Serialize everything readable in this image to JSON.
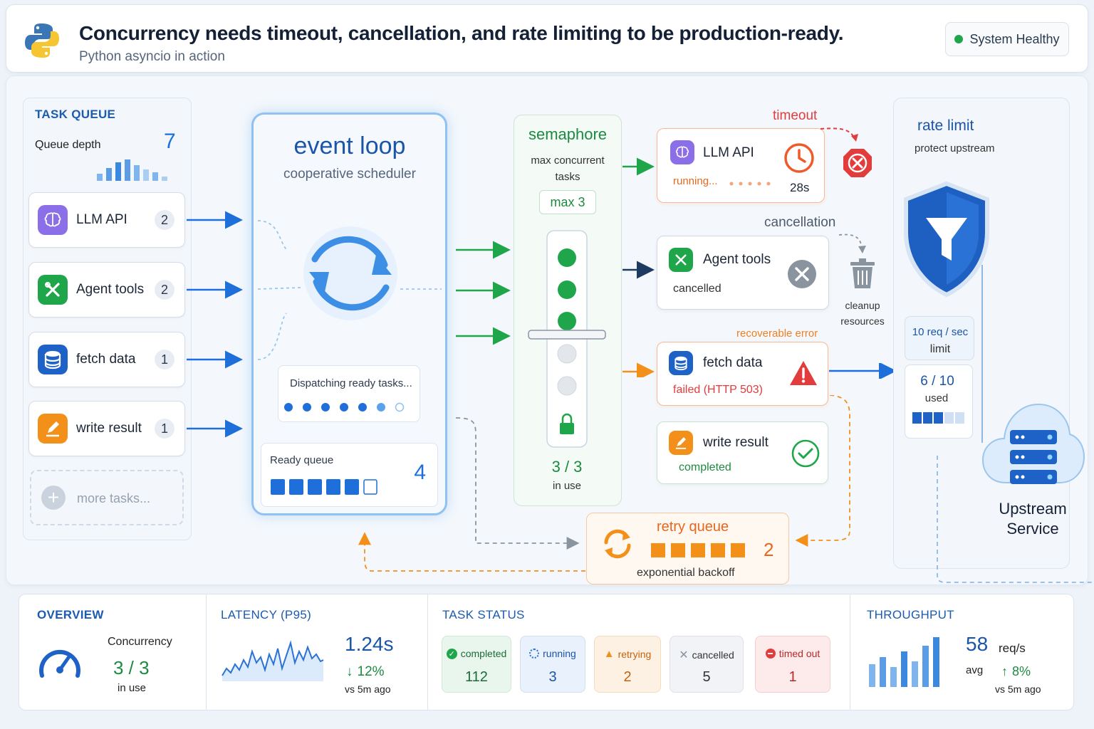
{
  "header": {
    "title": "Concurrency needs timeout, cancellation, and rate limiting to be production-ready.",
    "subtitle": "Python asyncio in action",
    "status": "System Healthy"
  },
  "queue": {
    "heading": "TASK QUEUE",
    "depth_label": "Queue depth",
    "depth_value": "7",
    "items": [
      {
        "label": "LLM API",
        "count": "2"
      },
      {
        "label": "Agent tools",
        "count": "2"
      },
      {
        "label": "fetch data",
        "count": "1"
      },
      {
        "label": "write result",
        "count": "1"
      }
    ],
    "more_label": "more tasks..."
  },
  "loop": {
    "title": "event loop",
    "subtitle": "cooperative scheduler",
    "dispatch_label": "Dispatching ready tasks...",
    "ready_label": "Ready queue",
    "ready_value": "4"
  },
  "semaphore": {
    "title": "semaphore",
    "desc": "max concurrent tasks",
    "max_label": "max 3",
    "in_use_value": "3 / 3",
    "in_use_label": "in use"
  },
  "tasks": {
    "llm": {
      "name": "LLM API",
      "state": "running...",
      "time": "28s",
      "tag": "timeout"
    },
    "agent": {
      "name": "Agent tools",
      "state": "cancelled",
      "tag": "cancellation"
    },
    "cleanup": "cleanup resources",
    "fetch": {
      "name": "fetch data",
      "state": "failed (HTTP 503)",
      "tag": "recoverable error"
    },
    "write": {
      "name": "write result",
      "state": "completed"
    }
  },
  "retry": {
    "title": "retry queue",
    "count": "2",
    "desc": "exponential backoff"
  },
  "rate": {
    "title": "rate limit",
    "desc": "protect upstream",
    "limit_value": "10 req / sec",
    "limit_label": "limit",
    "used_value": "6 / 10",
    "used_label": "used",
    "used_fraction": 0.6
  },
  "upstream": {
    "line1": "Upstream",
    "line2": "Service"
  },
  "overview": {
    "heading": "OVERVIEW",
    "label": "Concurrency",
    "value": "3 / 3",
    "sub": "in use"
  },
  "latency": {
    "heading": "LATENCY (P95)",
    "value": "1.24s",
    "delta": "12%",
    "sub": "vs 5m ago"
  },
  "status": {
    "heading": "TASK STATUS",
    "items": [
      {
        "label": "completed",
        "value": "112"
      },
      {
        "label": "running",
        "value": "3"
      },
      {
        "label": "retrying",
        "value": "2"
      },
      {
        "label": "cancelled",
        "value": "5"
      },
      {
        "label": "timed out",
        "value": "1"
      }
    ]
  },
  "throughput": {
    "heading": "THROUGHPUT",
    "value": "58",
    "unit": "req/s",
    "avg": "avg",
    "delta": "8%",
    "sub": "vs 5m ago"
  },
  "colors": {
    "blue": "#1e6fd9",
    "green": "#1fa64b",
    "orange": "#f39019",
    "red": "#e23c3c"
  }
}
